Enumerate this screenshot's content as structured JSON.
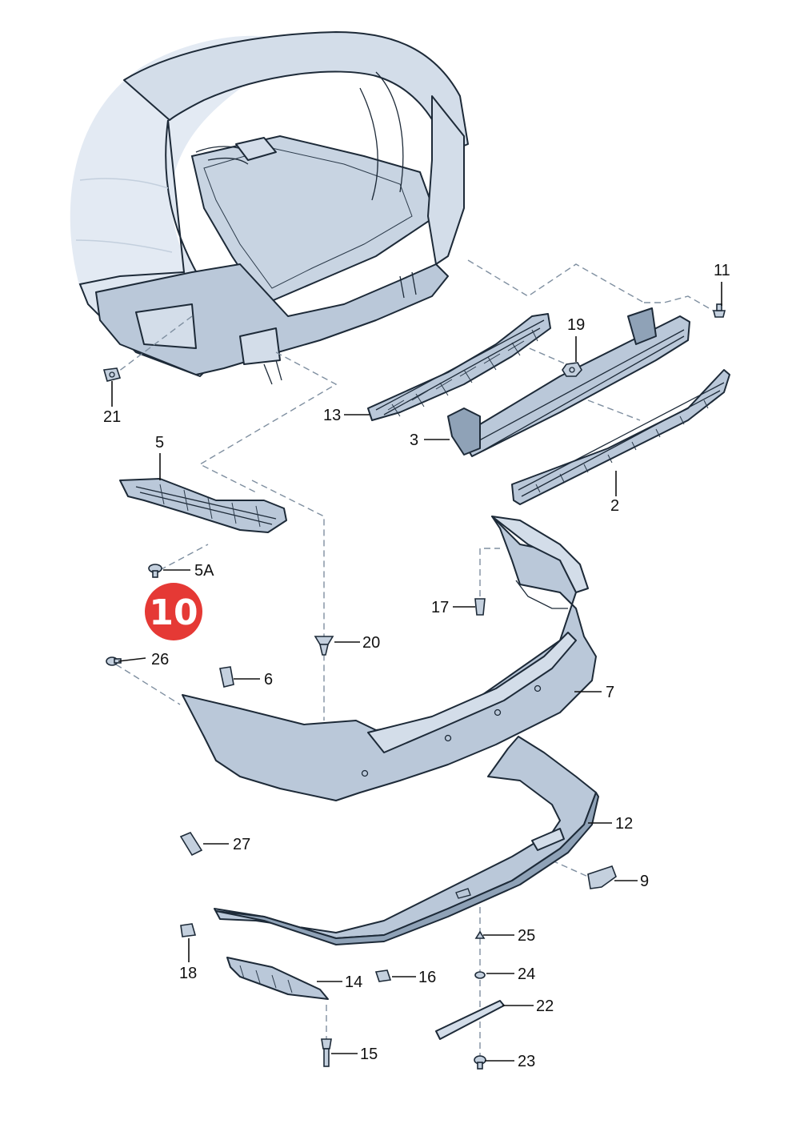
{
  "diagram": {
    "badge": "10",
    "callouts": [
      {
        "id": "11",
        "text": "11"
      },
      {
        "id": "19",
        "text": "19"
      },
      {
        "id": "13",
        "text": "13"
      },
      {
        "id": "3",
        "text": "3"
      },
      {
        "id": "2",
        "text": "2"
      },
      {
        "id": "21",
        "text": "21"
      },
      {
        "id": "5",
        "text": "5"
      },
      {
        "id": "5A",
        "text": "5A"
      },
      {
        "id": "17",
        "text": "17"
      },
      {
        "id": "20",
        "text": "20"
      },
      {
        "id": "26",
        "text": "26"
      },
      {
        "id": "6",
        "text": "6"
      },
      {
        "id": "7",
        "text": "7"
      },
      {
        "id": "12",
        "text": "12"
      },
      {
        "id": "27",
        "text": "27"
      },
      {
        "id": "9",
        "text": "9"
      },
      {
        "id": "25",
        "text": "25"
      },
      {
        "id": "18",
        "text": "18"
      },
      {
        "id": "14",
        "text": "14"
      },
      {
        "id": "16",
        "text": "16"
      },
      {
        "id": "24",
        "text": "24"
      },
      {
        "id": "22",
        "text": "22"
      },
      {
        "id": "15",
        "text": "15"
      },
      {
        "id": "23",
        "text": "23"
      }
    ],
    "colors": {
      "badge_fill": "#e53935",
      "badge_text": "#ffffff",
      "part_fill": "#bac8d9",
      "body_fill": "#dfe7f1",
      "outline": "#1d2a38",
      "dash_line": "#7f8fa0"
    }
  }
}
